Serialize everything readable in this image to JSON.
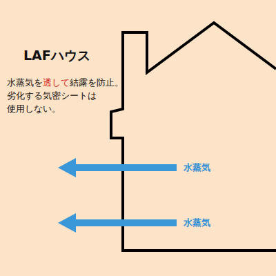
{
  "diagram": {
    "title": "LAFハウス",
    "labels": [
      "水蒸気を",
      "透して",
      "結露を防止。",
      "劣化する気密シートは 使用しない。",
      "水蒸気",
      "水蒸気"
    ]
  }
}
